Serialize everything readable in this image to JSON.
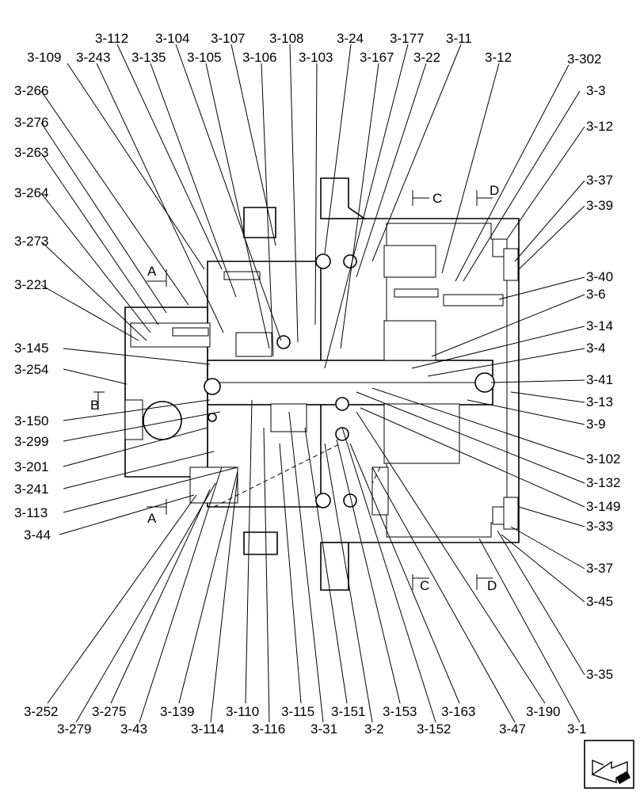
{
  "labels": {
    "top_row_1": [
      "3-112",
      "3-104",
      "3-107",
      "3-108",
      "3-24",
      "3-177",
      "3-11"
    ],
    "top_row_2": [
      "3-109",
      "3-243",
      "3-135",
      "3-105",
      "3-106",
      "3-103",
      "3-167",
      "3-22",
      "3-12",
      "3-302"
    ],
    "left": [
      "3-266",
      "3-276",
      "3-263",
      "3-264",
      "3-273",
      "3-221",
      "3-145",
      "3-254",
      "3-150",
      "3-299",
      "3-201",
      "3-241",
      "3-113",
      "3-44"
    ],
    "right": [
      "3-3",
      "3-12",
      "3-37",
      "3-39",
      "3-40",
      "3-6",
      "3-14",
      "3-4",
      "3-41",
      "3-13",
      "3-9",
      "3-102",
      "3-132",
      "3-149",
      "3-33",
      "3-37",
      "3-45",
      "3-35"
    ],
    "bottom_row_1": [
      "3-252",
      "3-275",
      "3-139",
      "3-110",
      "3-115",
      "3-151",
      "3-153",
      "3-163",
      "3-190"
    ],
    "bottom_row_2": [
      "3-279",
      "3-43",
      "3-114",
      "3-116",
      "3-31",
      "3-2",
      "3-152",
      "3-47",
      "3-1"
    ]
  },
  "section_marks": {
    "a_top": "A",
    "a_bottom": "A",
    "b": "B",
    "c_top": "C",
    "c_bottom": "C",
    "d_top": "D",
    "d_bottom": "D"
  },
  "nav_icon": "next-page-arrow-icon"
}
